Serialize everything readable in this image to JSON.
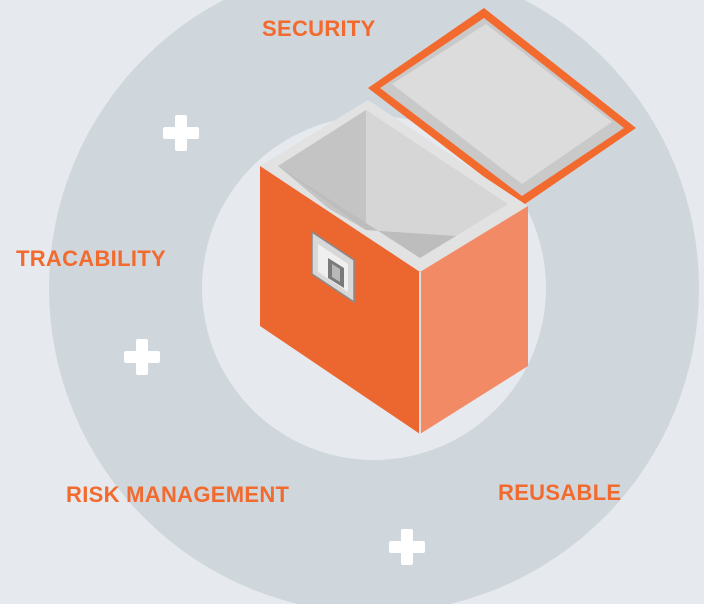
{
  "labels": {
    "security": "SECURITY",
    "tracability": "TRACABILITY",
    "risk_management": "RISK MANAGEMENT",
    "reusable": "REUSABLE"
  },
  "colors": {
    "background": "#e6eaee",
    "outer_ring": "#cfd6dc",
    "inner_circle": "#e6eaee",
    "accent_orange": "#f26a2e",
    "box_front": "#ec6630",
    "box_side": "#f28b65",
    "box_interior": "#d0d0d0",
    "lid_panel": "#d9d9d9",
    "plus": "#ffffff"
  },
  "icons": [
    "plus-icon",
    "plus-icon",
    "plus-icon",
    "open-box-icon",
    "box-tag-icon"
  ]
}
